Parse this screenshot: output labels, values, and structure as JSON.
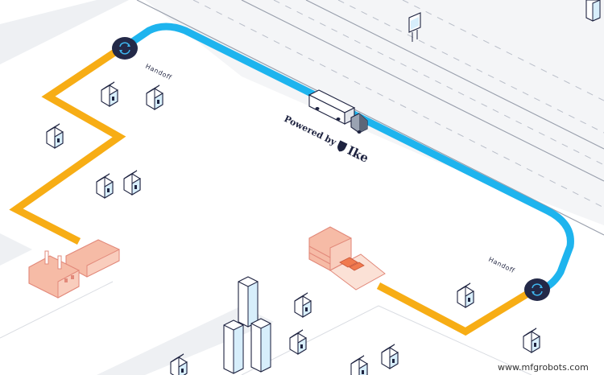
{
  "brand": {
    "prefix": "Powered by",
    "name": "Ike"
  },
  "route": {
    "handoff_label_1": "Handoff",
    "handoff_label_2": "Handoff",
    "highway_color": "#1eb4ee",
    "local_color": "#f7ad15",
    "hub_color": "#232948",
    "factory_color": "#f6bba6"
  },
  "watermark": "www.mfgrobots.com",
  "icons": {
    "hub": "swap-arrows-icon",
    "truck": "semi-truck-icon"
  }
}
